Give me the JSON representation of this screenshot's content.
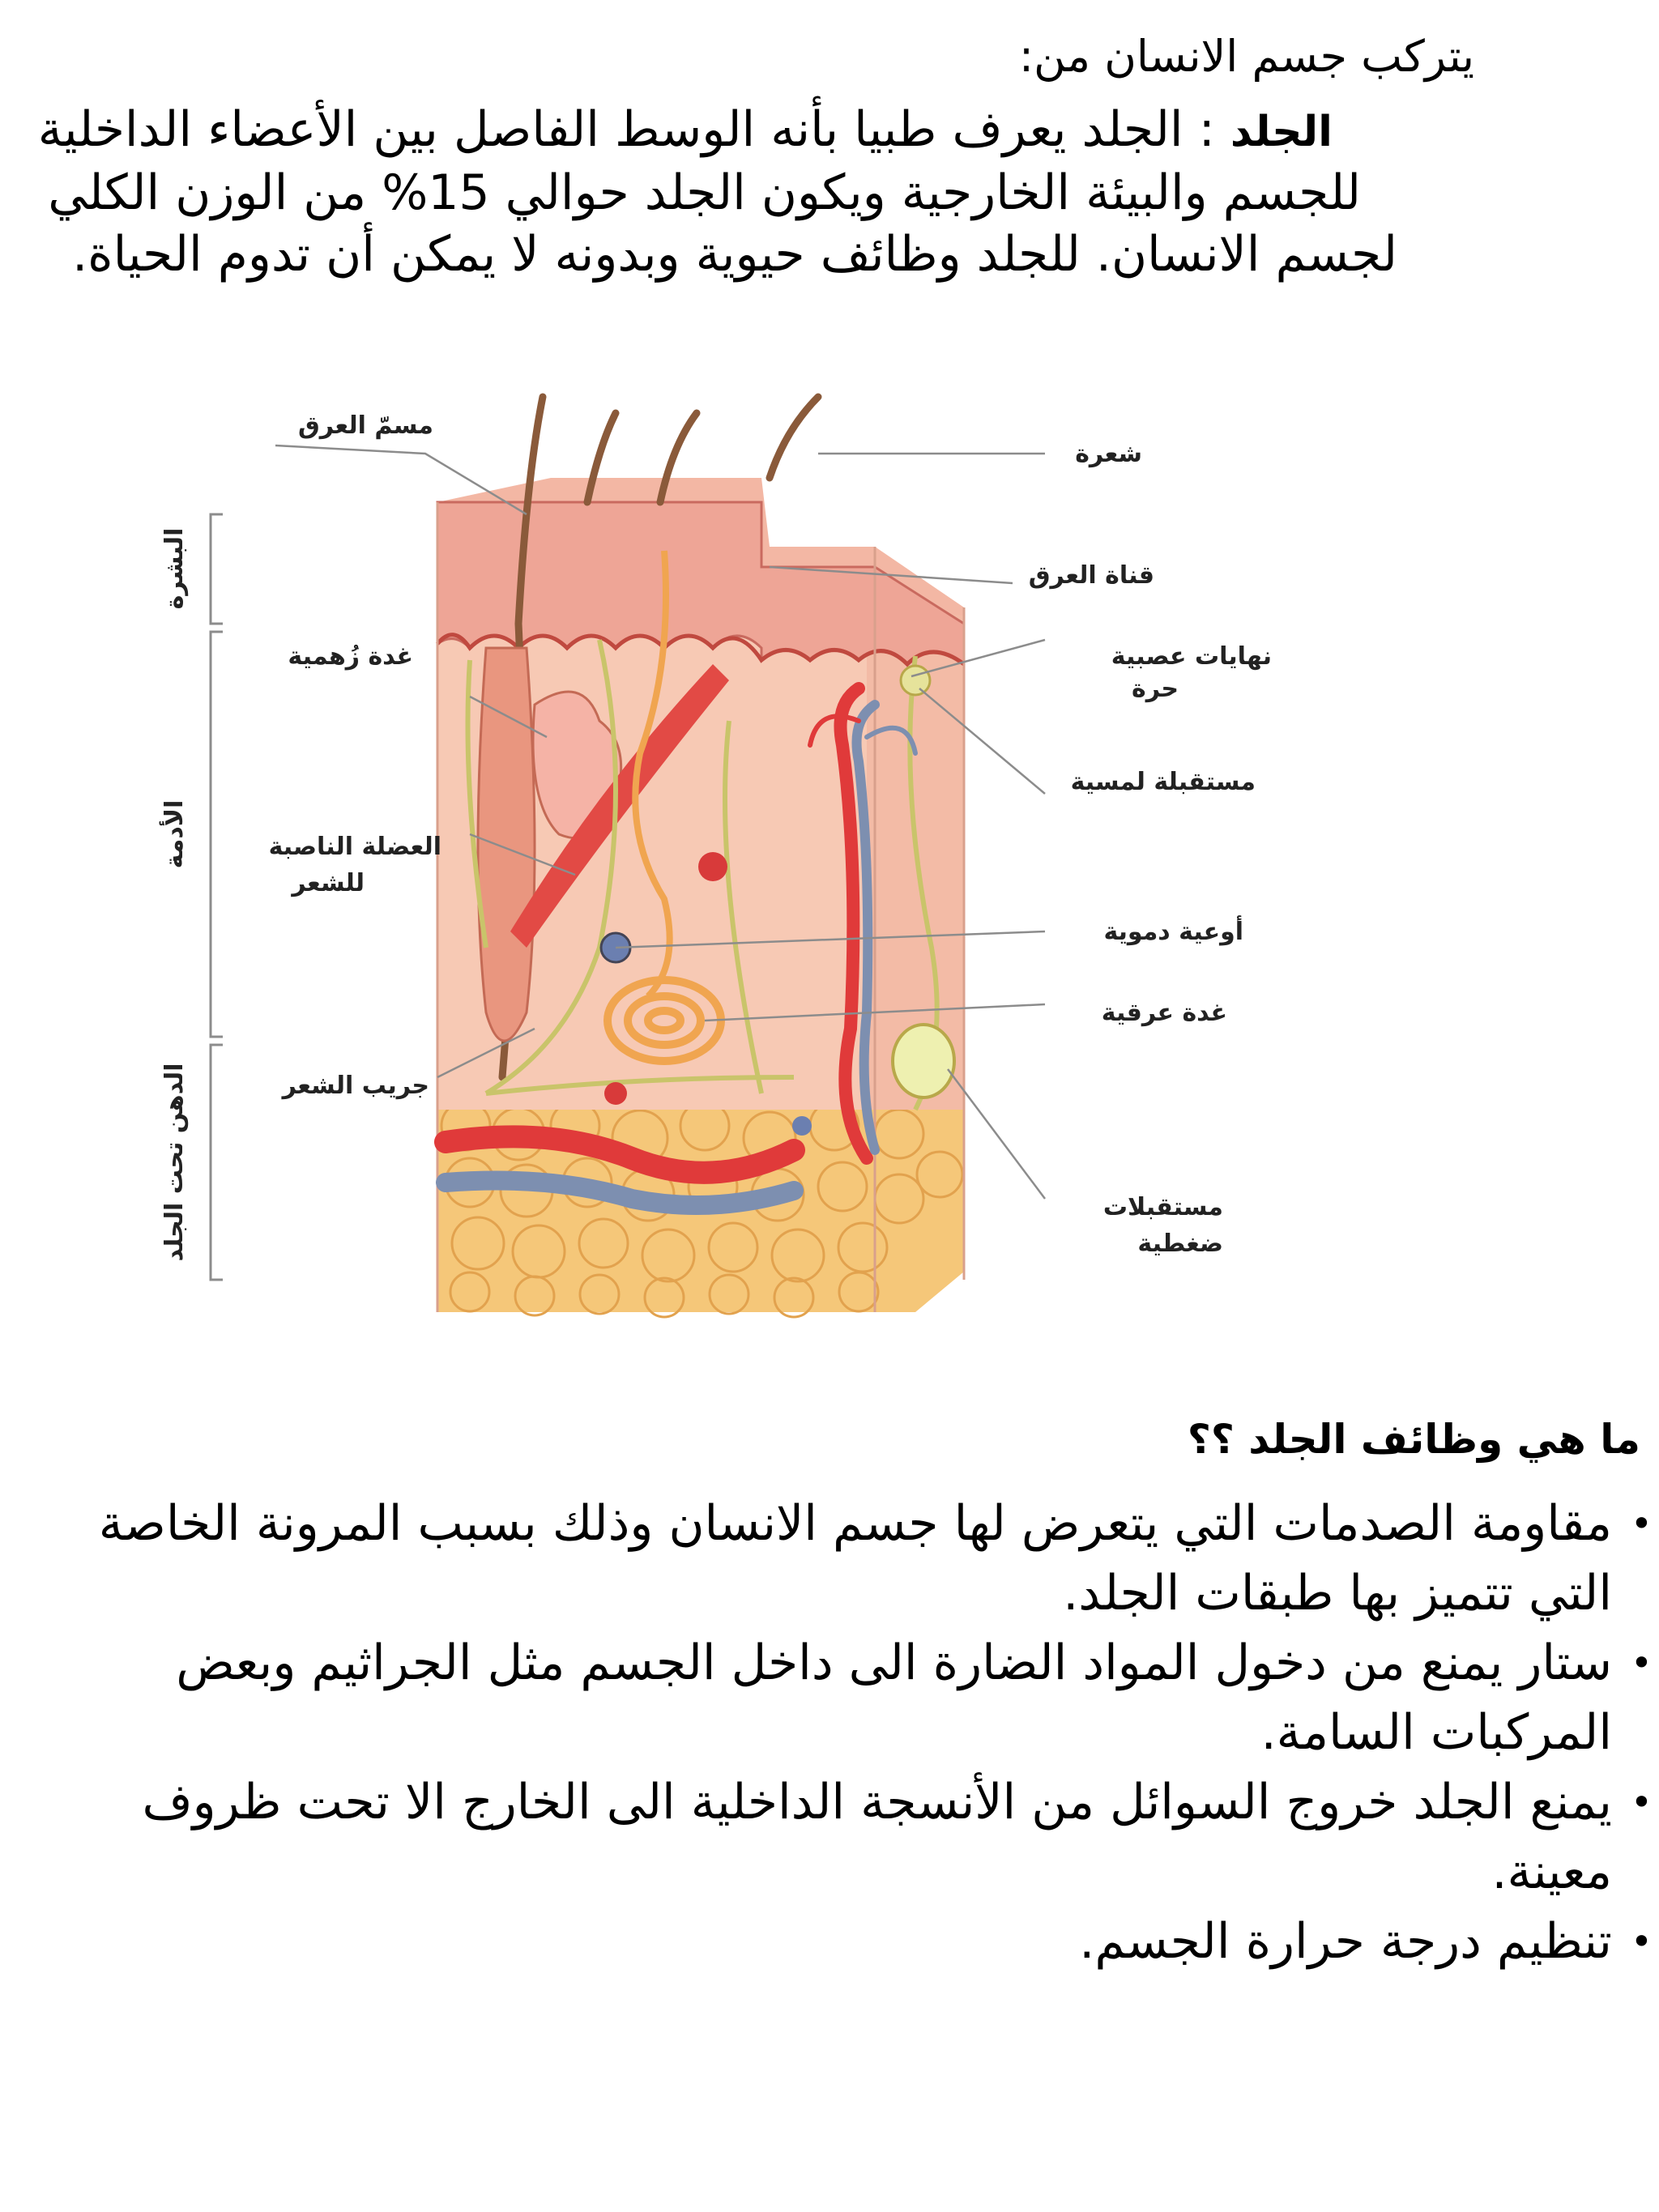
{
  "intro": {
    "heading": "يتركب جسم الانسان من:",
    "lead_word": "الجلد",
    "line1_rest": " : الجلد يعرف طبيا بأنه الوسط الفاصل بين الأعضاء الداخلية",
    "line2": "للجسم والبيئة الخارجية ويكون الجلد حوالي 15% من الوزن الكلي",
    "line3": "لجسم الانسان. للجلد وظائف حيوية وبدونه لا يمكن أن تدوم الحياة."
  },
  "diagram": {
    "labels": {
      "sweat_pore": "مسمّ العرق",
      "hair": "شعرة",
      "sweat_duct": "قناة العرق",
      "sebaceous_gland": "غدة زُهمية",
      "free_nerve_endings_1": "نهايات عصبية",
      "free_nerve_endings_2": "حرة",
      "touch_receptor": "مستقبلة لمسية",
      "arrector_muscle_1": "العضلة الناصبة",
      "arrector_muscle_2": "للشعر",
      "blood_vessels": "أوعية دموية",
      "sweat_gland": "غدة عرقية",
      "hair_follicle": "جريب الشعر",
      "pressure_receptors_1": "مستقبلات",
      "pressure_receptors_2": "ضغطية",
      "epidermis": "البشرة",
      "dermis": "الأدمة",
      "hypodermis": "الدهن تحت الجلد"
    },
    "colors": {
      "skin": "#f7c9b4",
      "epidermis": "#eea596",
      "fat": "#f5c779",
      "artery": "#e03a3a",
      "vein": "#7d8fb0",
      "nerve": "#c9c46a"
    }
  },
  "functions": {
    "heading": "ما هي وظائف الجلد ؟؟",
    "bullet_symbol": "•",
    "items": [
      {
        "line1": "مقاومة الصدمات التي يتعرض لها جسم الانسان وذلك بسبب المرونة الخاصة",
        "line2": "التي تتميز بها طبقات الجلد."
      },
      {
        "line1": "ستار يمنع من دخول المواد الضارة الى داخل الجسم مثل الجراثيم وبعض",
        "line2": "المركبات السامة."
      },
      {
        "line1": "يمنع الجلد خروج السوائل من الأنسجة الداخلية الى الخارج الا تحت ظروف",
        "line2": "معينة."
      },
      {
        "line1": "تنظيم درجة حرارة الجسم.",
        "line2": ""
      }
    ]
  }
}
